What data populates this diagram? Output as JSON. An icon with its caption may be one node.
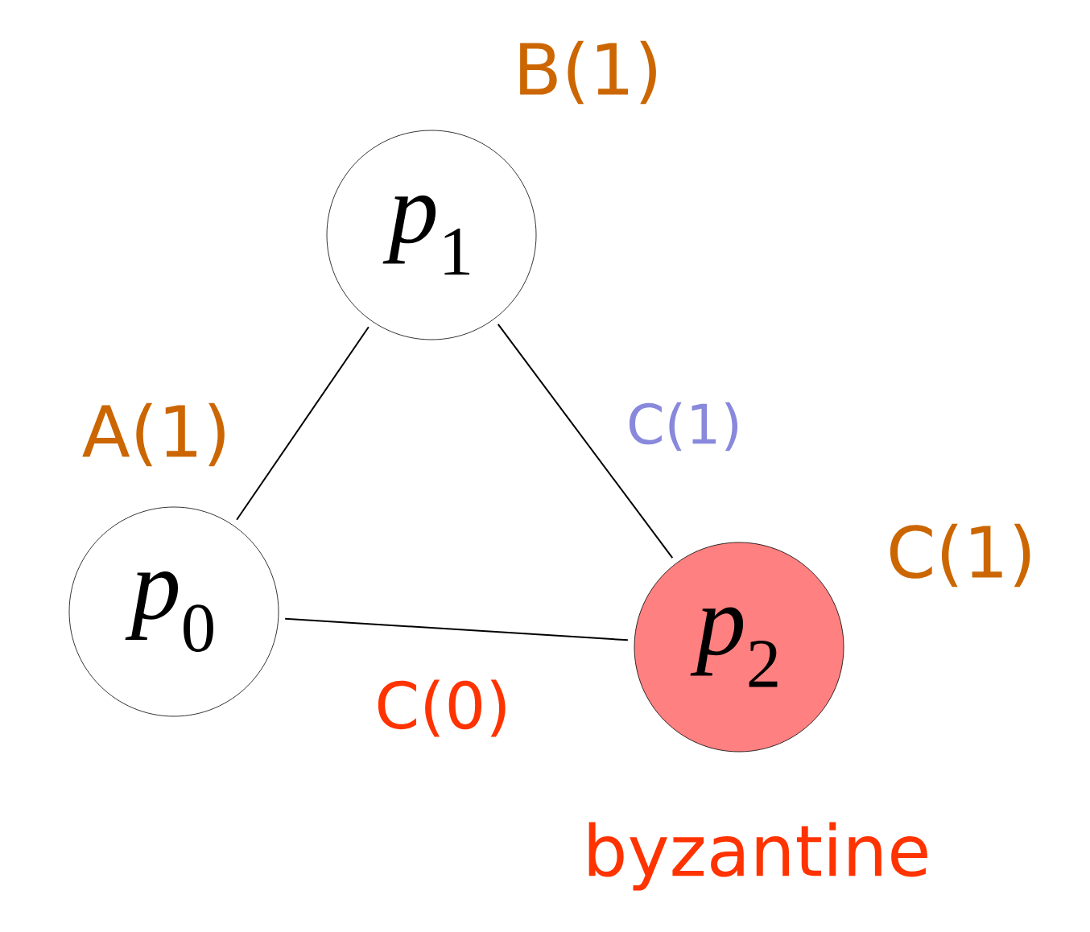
{
  "diagram": {
    "nodes": [
      {
        "text": [
          "*p*$_{0}$"
        ],
        "beside": [
          "A(1)"
        ]
      },
      {
        "text": [
          "*p*$_{1}$"
        ],
        "beside": [
          "B(1)"
        ]
      },
      {
        "text": [
          "*p*$_{2}$"
        ],
        "beside": [
          "C(1)",
          "byzantine"
        ]
      }
    ],
    "edges": [
      {
        "from": 0,
        "to": 1,
        "arrow": "none"
      },
      {
        "from": 1,
        "to": 2,
        "arrow": "none",
        "label": "C(1)"
      },
      {
        "from": 0,
        "to": 2,
        "arrow": "none",
        "label": "C(0)"
      }
    ]
  }
}
